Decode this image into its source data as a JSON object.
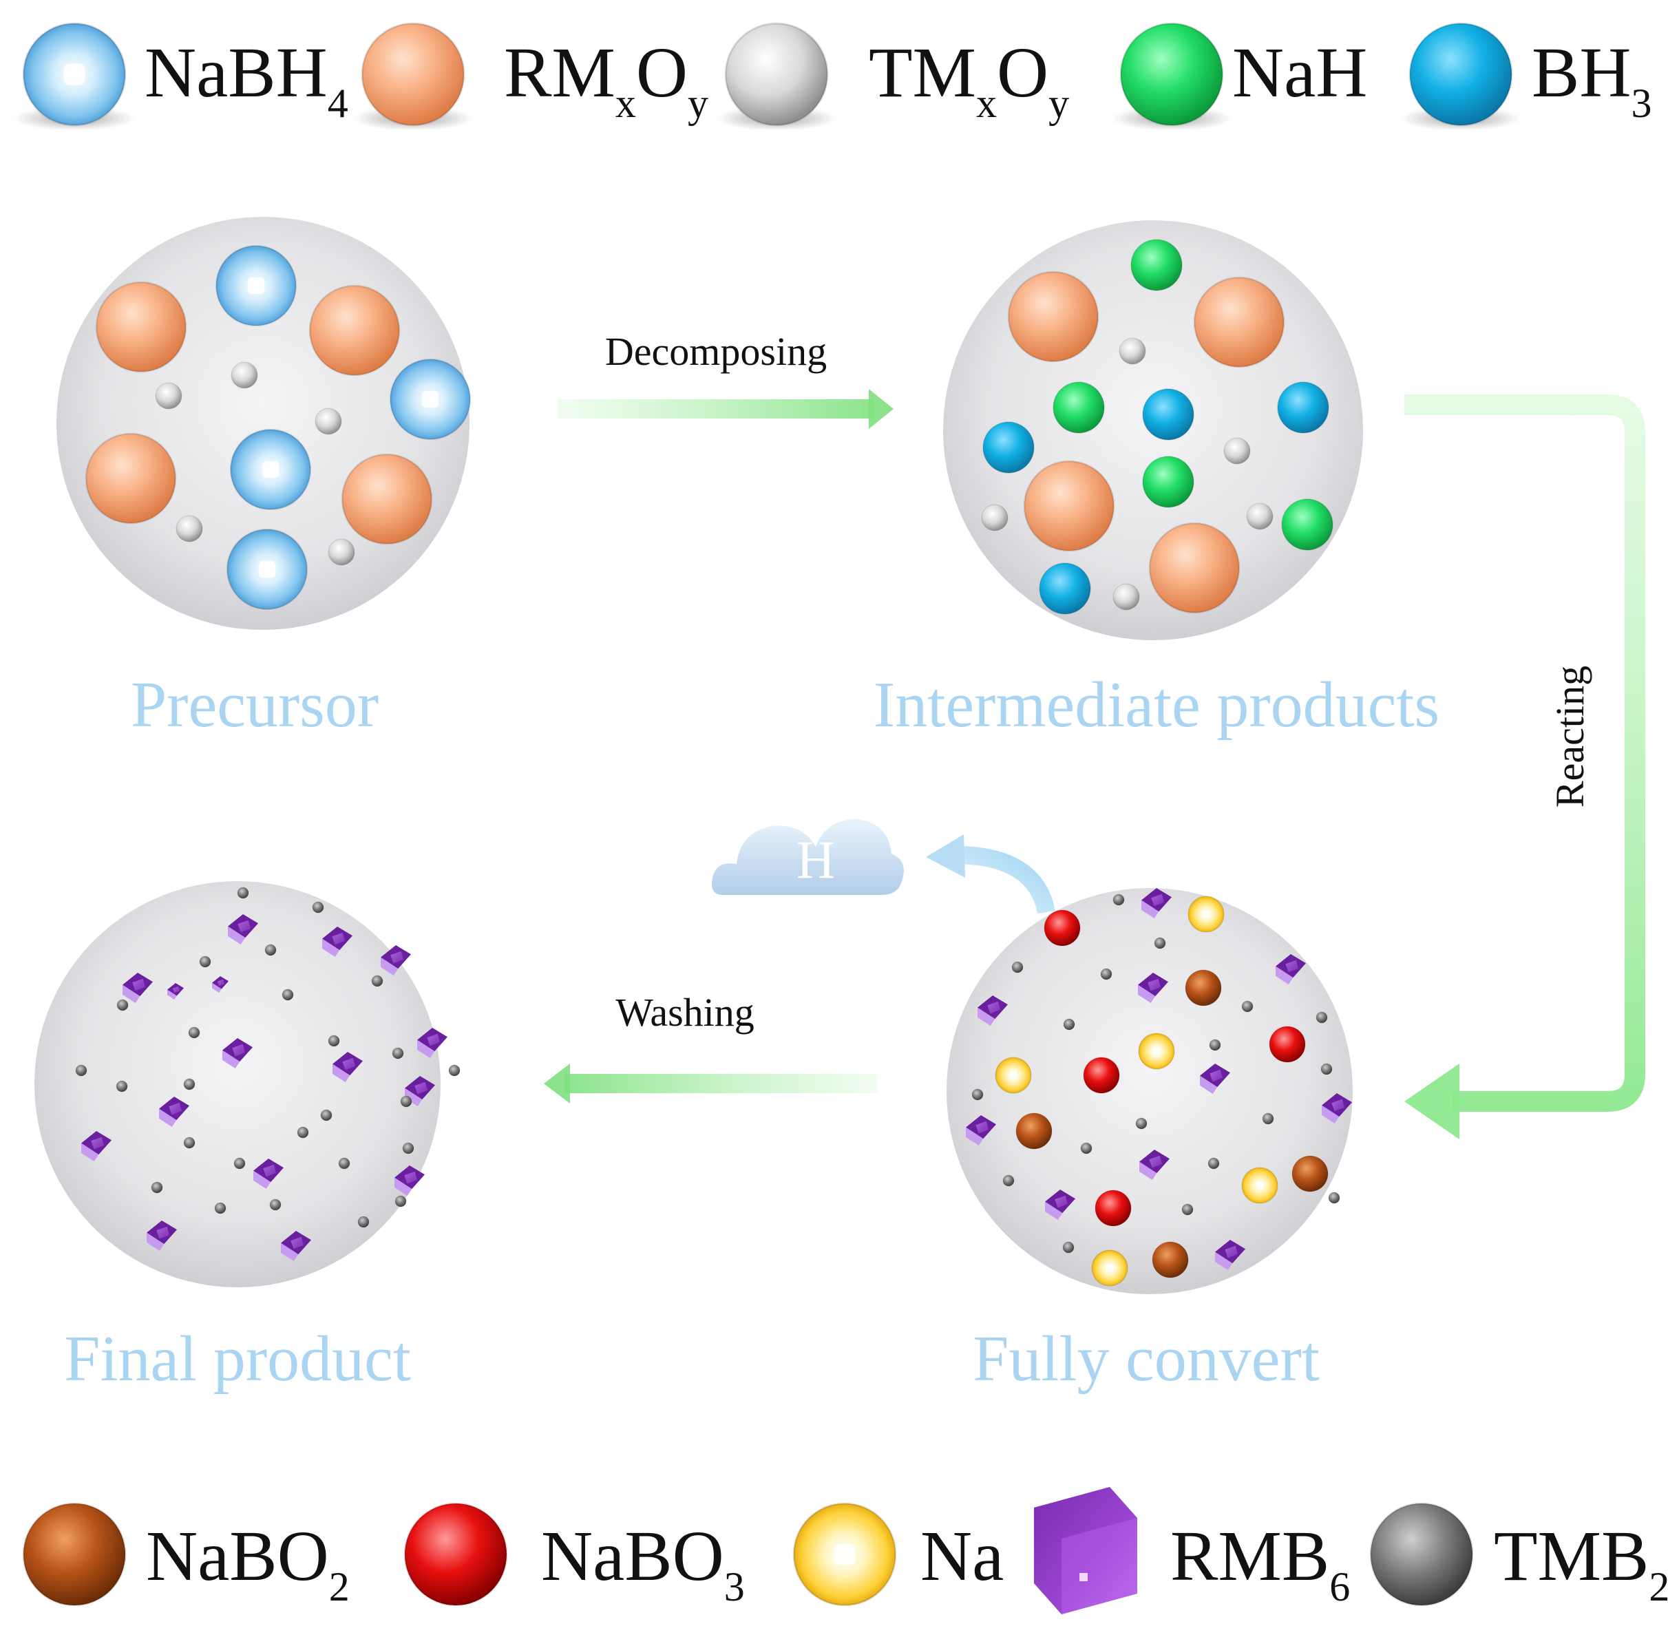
{
  "legend_top": {
    "items": [
      {
        "key": "nabh4",
        "base": "NaBH",
        "sub": "4",
        "sub2": "",
        "kind": "sphere-blue-glass",
        "color": "#8fcaf0"
      },
      {
        "key": "rmxoy",
        "base": "RM",
        "sub": "x",
        "mid": "O",
        "sub2": "y",
        "kind": "sphere",
        "color": "#f5a97b"
      },
      {
        "key": "tmxoy",
        "base": "TM",
        "sub": "x",
        "mid": "O",
        "sub2": "y",
        "kind": "sphere",
        "color": "#d5d5d5"
      },
      {
        "key": "nah",
        "base": "NaH",
        "sub": "",
        "sub2": "",
        "kind": "sphere",
        "color": "#22dd66"
      },
      {
        "key": "bh3",
        "base": "BH",
        "sub": "3",
        "sub2": "",
        "kind": "sphere",
        "color": "#10a8dc"
      }
    ]
  },
  "legend_bottom": {
    "items": [
      {
        "key": "nabo2",
        "base": "NaBO",
        "sub": "2",
        "kind": "sphere",
        "color": "#b8541a"
      },
      {
        "key": "nabo3",
        "base": "NaBO",
        "sub": "3",
        "kind": "sphere",
        "color": "#e81010"
      },
      {
        "key": "na",
        "base": "Na",
        "sub": "",
        "kind": "sphere-yellow-glass",
        "color": "#ffd84a"
      },
      {
        "key": "rmb6",
        "base": "RMB",
        "sub": "6",
        "kind": "cube",
        "color": "#8a3cc2"
      },
      {
        "key": "tmb2",
        "base": "TMB",
        "sub": "2",
        "kind": "sphere",
        "color": "#7a7a7a"
      }
    ]
  },
  "stages": {
    "precursor": "Precursor",
    "intermediate": "Intermediate products",
    "fully_convert": "Fully convert",
    "final": "Final product"
  },
  "arrows": {
    "decomposing": "Decomposing",
    "reacting": "Reacting",
    "washing": "Washing"
  },
  "cloud_label": "H",
  "colors": {
    "stage_label": "#a9d4f2",
    "arrow_green": "#a6f0a6",
    "arrow_blue": "#8fcaf0",
    "disc": "#e6e6e8"
  }
}
